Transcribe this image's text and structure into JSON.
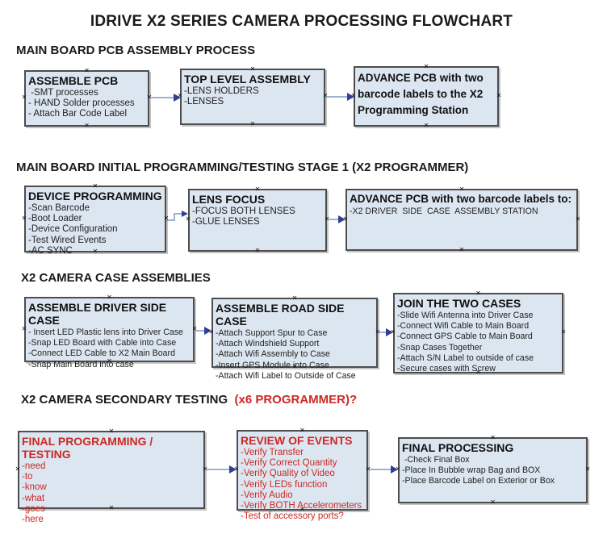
{
  "title": "IDRIVE X2  SERIES CAMERA PROCESSING FLOWCHART",
  "colors": {
    "box_fill": "#dce6f1",
    "box_border": "#4d4d4d",
    "red_text": "#cc2823",
    "arrow_line": "#7e97c3",
    "arrow_head": "#2e3f94",
    "handle_color": "#1a1a1a"
  },
  "icons": {
    "connector_handle": "✕"
  },
  "sections": [
    {
      "heading": "MAIN BOARD PCB ASSEMBLY PROCESS"
    },
    {
      "heading": "MAIN BOARD INITIAL PROGRAMMING/TESTING STAGE 1 (X2 PROGRAMMER)"
    },
    {
      "heading": "X2 CAMERA CASE ASSEMBLIES"
    },
    {
      "heading": "X2 CAMERA SECONDARY TESTING  ",
      "heading_red": "(x6 PROGRAMMER)?"
    }
  ],
  "boxes": [
    {
      "id": "assemble-pcb",
      "heading": "ASSEMBLE PCB",
      "items": [
        " -SMT processes",
        "- HAND Solder processes",
        "- Attach Bar Code Label"
      ]
    },
    {
      "id": "top-level-assembly",
      "heading": "TOP LEVEL ASSEMBLY",
      "items": [
        "-LENS HOLDERS",
        "-LENSES"
      ]
    },
    {
      "id": "advance-pcb-to-programming-station",
      "heading": "ADVANCE PCB with two barcode labels to the X2 Programming Station",
      "items": []
    },
    {
      "id": "device-programming",
      "heading": "DEVICE PROGRAMMING",
      "items": [
        "-Scan Barcode",
        "-Boot Loader",
        "-Device Configuration",
        "-Test Wired Events",
        "-AC SYNC"
      ]
    },
    {
      "id": "lens-focus",
      "heading": "LENS FOCUS",
      "items": [
        "-FOCUS BOTH LENSES",
        "-GLUE LENSES"
      ]
    },
    {
      "id": "advance-pcb-to-driver-side-case",
      "heading": "ADVANCE PCB with two barcode labels to:",
      "items": [
        "-X2 DRIVER  SIDE  CASE  ASSEMBLY STATION"
      ]
    },
    {
      "id": "assemble-driver-side-case",
      "heading": "ASSEMBLE DRIVER SIDE CASE",
      "items": [
        "- Insert LED Plastic lens into Driver Case",
        "-Snap LED Board with Cable into Case",
        "-Connect LED Cable to X2 Main Board",
        "-Snap Main Board into case"
      ]
    },
    {
      "id": "assemble-road-side-case",
      "heading": "ASSEMBLE ROAD SIDE CASE",
      "items": [
        "-Attach Support Spur to Case",
        "-Attach Windshield Support",
        "-Attach Wifi Assembly to Case",
        "-Insert GPS Module into Case",
        "-Attach Wifi Label to Outside of Case"
      ]
    },
    {
      "id": "join-the-two-cases",
      "heading": "JOIN THE TWO CASES",
      "items": [
        "-Slide Wifi Antenna into Driver Case",
        "-Connect Wifi Cable to Main Board",
        "-Connect GPS Cable to Main Board",
        "-Snap Cases Together",
        "-Attach S/N Label to outside of case",
        "-Secure cases with Screw"
      ]
    },
    {
      "id": "final-programming-testing",
      "heading": "FINAL PROGRAMMING / TESTING",
      "text_style": "red",
      "items": [
        "-need",
        "-to",
        "-know",
        "-what",
        "-goes",
        "-here"
      ]
    },
    {
      "id": "review-of-events",
      "heading": "REVIEW OF EVENTS",
      "text_style": "red",
      "items": [
        "-Verify Transfer",
        "-Verify Correct Quantity",
        "-Verify Quality of Video",
        "-Verify LEDs function",
        "-Verify Audio",
        "-Verify BOTH Accelerometers",
        "-Test of accessory ports?"
      ]
    },
    {
      "id": "final-processing",
      "heading": "FINAL PROCESSING",
      "items": [
        " -Check Final Box",
        "-Place In Bubble wrap Bag and BOX",
        "-Place Barcode Label on Exterior or Box"
      ]
    }
  ]
}
